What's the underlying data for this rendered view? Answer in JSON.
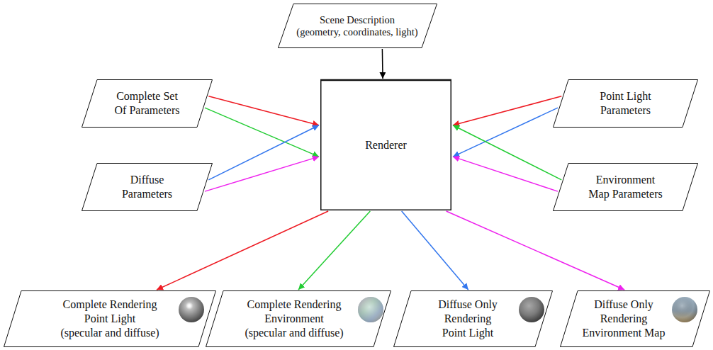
{
  "diagram": {
    "nodes": [
      {
        "text": [
          "Scene Description",
          "(geometry, coordinates, light)"
        ]
      },
      {
        "text": [
          "Complete Set Of Parameters"
        ]
      },
      {
        "text": [
          "Renderer"
        ]
      },
      {
        "text": [
          "Point Light Parameters"
        ]
      },
      {
        "text": [
          "Diffuse Parameters"
        ]
      },
      {
        "text": [
          "Environment Map Parameters"
        ]
      },
      {
        "text": [
          "Complete Rendering Point Light",
          "(specular and diffuse)"
        ]
      },
      {
        "text": [
          "Complete Rendering Environment",
          "(specular and diffuse)"
        ]
      },
      {
        "text": [
          "Diffuse Only Rendering Point Light"
        ]
      },
      {
        "text": [
          "Diffuse Only Rendering Environment Map"
        ]
      }
    ],
    "edges": [
      {
        "from": 0,
        "to": 2,
        "arrow": "to"
      },
      {
        "from": 1,
        "to": 2,
        "arrow": "to"
      },
      {
        "from": 1,
        "to": 2,
        "arrow": "to"
      },
      {
        "from": 3,
        "to": 2,
        "arrow": "to"
      },
      {
        "from": 3,
        "to": 2,
        "arrow": "to"
      },
      {
        "from": 4,
        "to": 2,
        "arrow": "to"
      },
      {
        "from": 4,
        "to": 2,
        "arrow": "to"
      },
      {
        "from": 5,
        "to": 2,
        "arrow": "to"
      },
      {
        "from": 5,
        "to": 2,
        "arrow": "to"
      },
      {
        "from": 2,
        "to": 6,
        "arrow": "to"
      },
      {
        "from": 2,
        "to": 7,
        "arrow": "to"
      },
      {
        "from": 2,
        "to": 8,
        "arrow": "to"
      },
      {
        "from": 2,
        "to": 9,
        "arrow": "to"
      }
    ]
  }
}
